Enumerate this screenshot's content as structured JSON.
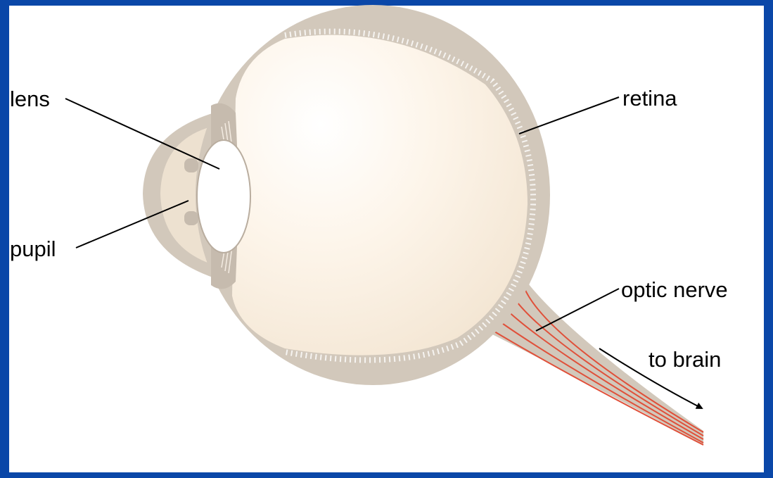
{
  "labels": {
    "lens": "lens",
    "pupil": "pupil",
    "retina": "retina",
    "optic_nerve": "optic nerve",
    "to_brain": "to brain"
  },
  "colors": {
    "frame": "#0a47a8",
    "sclera": "#d2c8bb",
    "vitreous": "#fbf1e4",
    "nerve_fibers": "#e0503a"
  }
}
